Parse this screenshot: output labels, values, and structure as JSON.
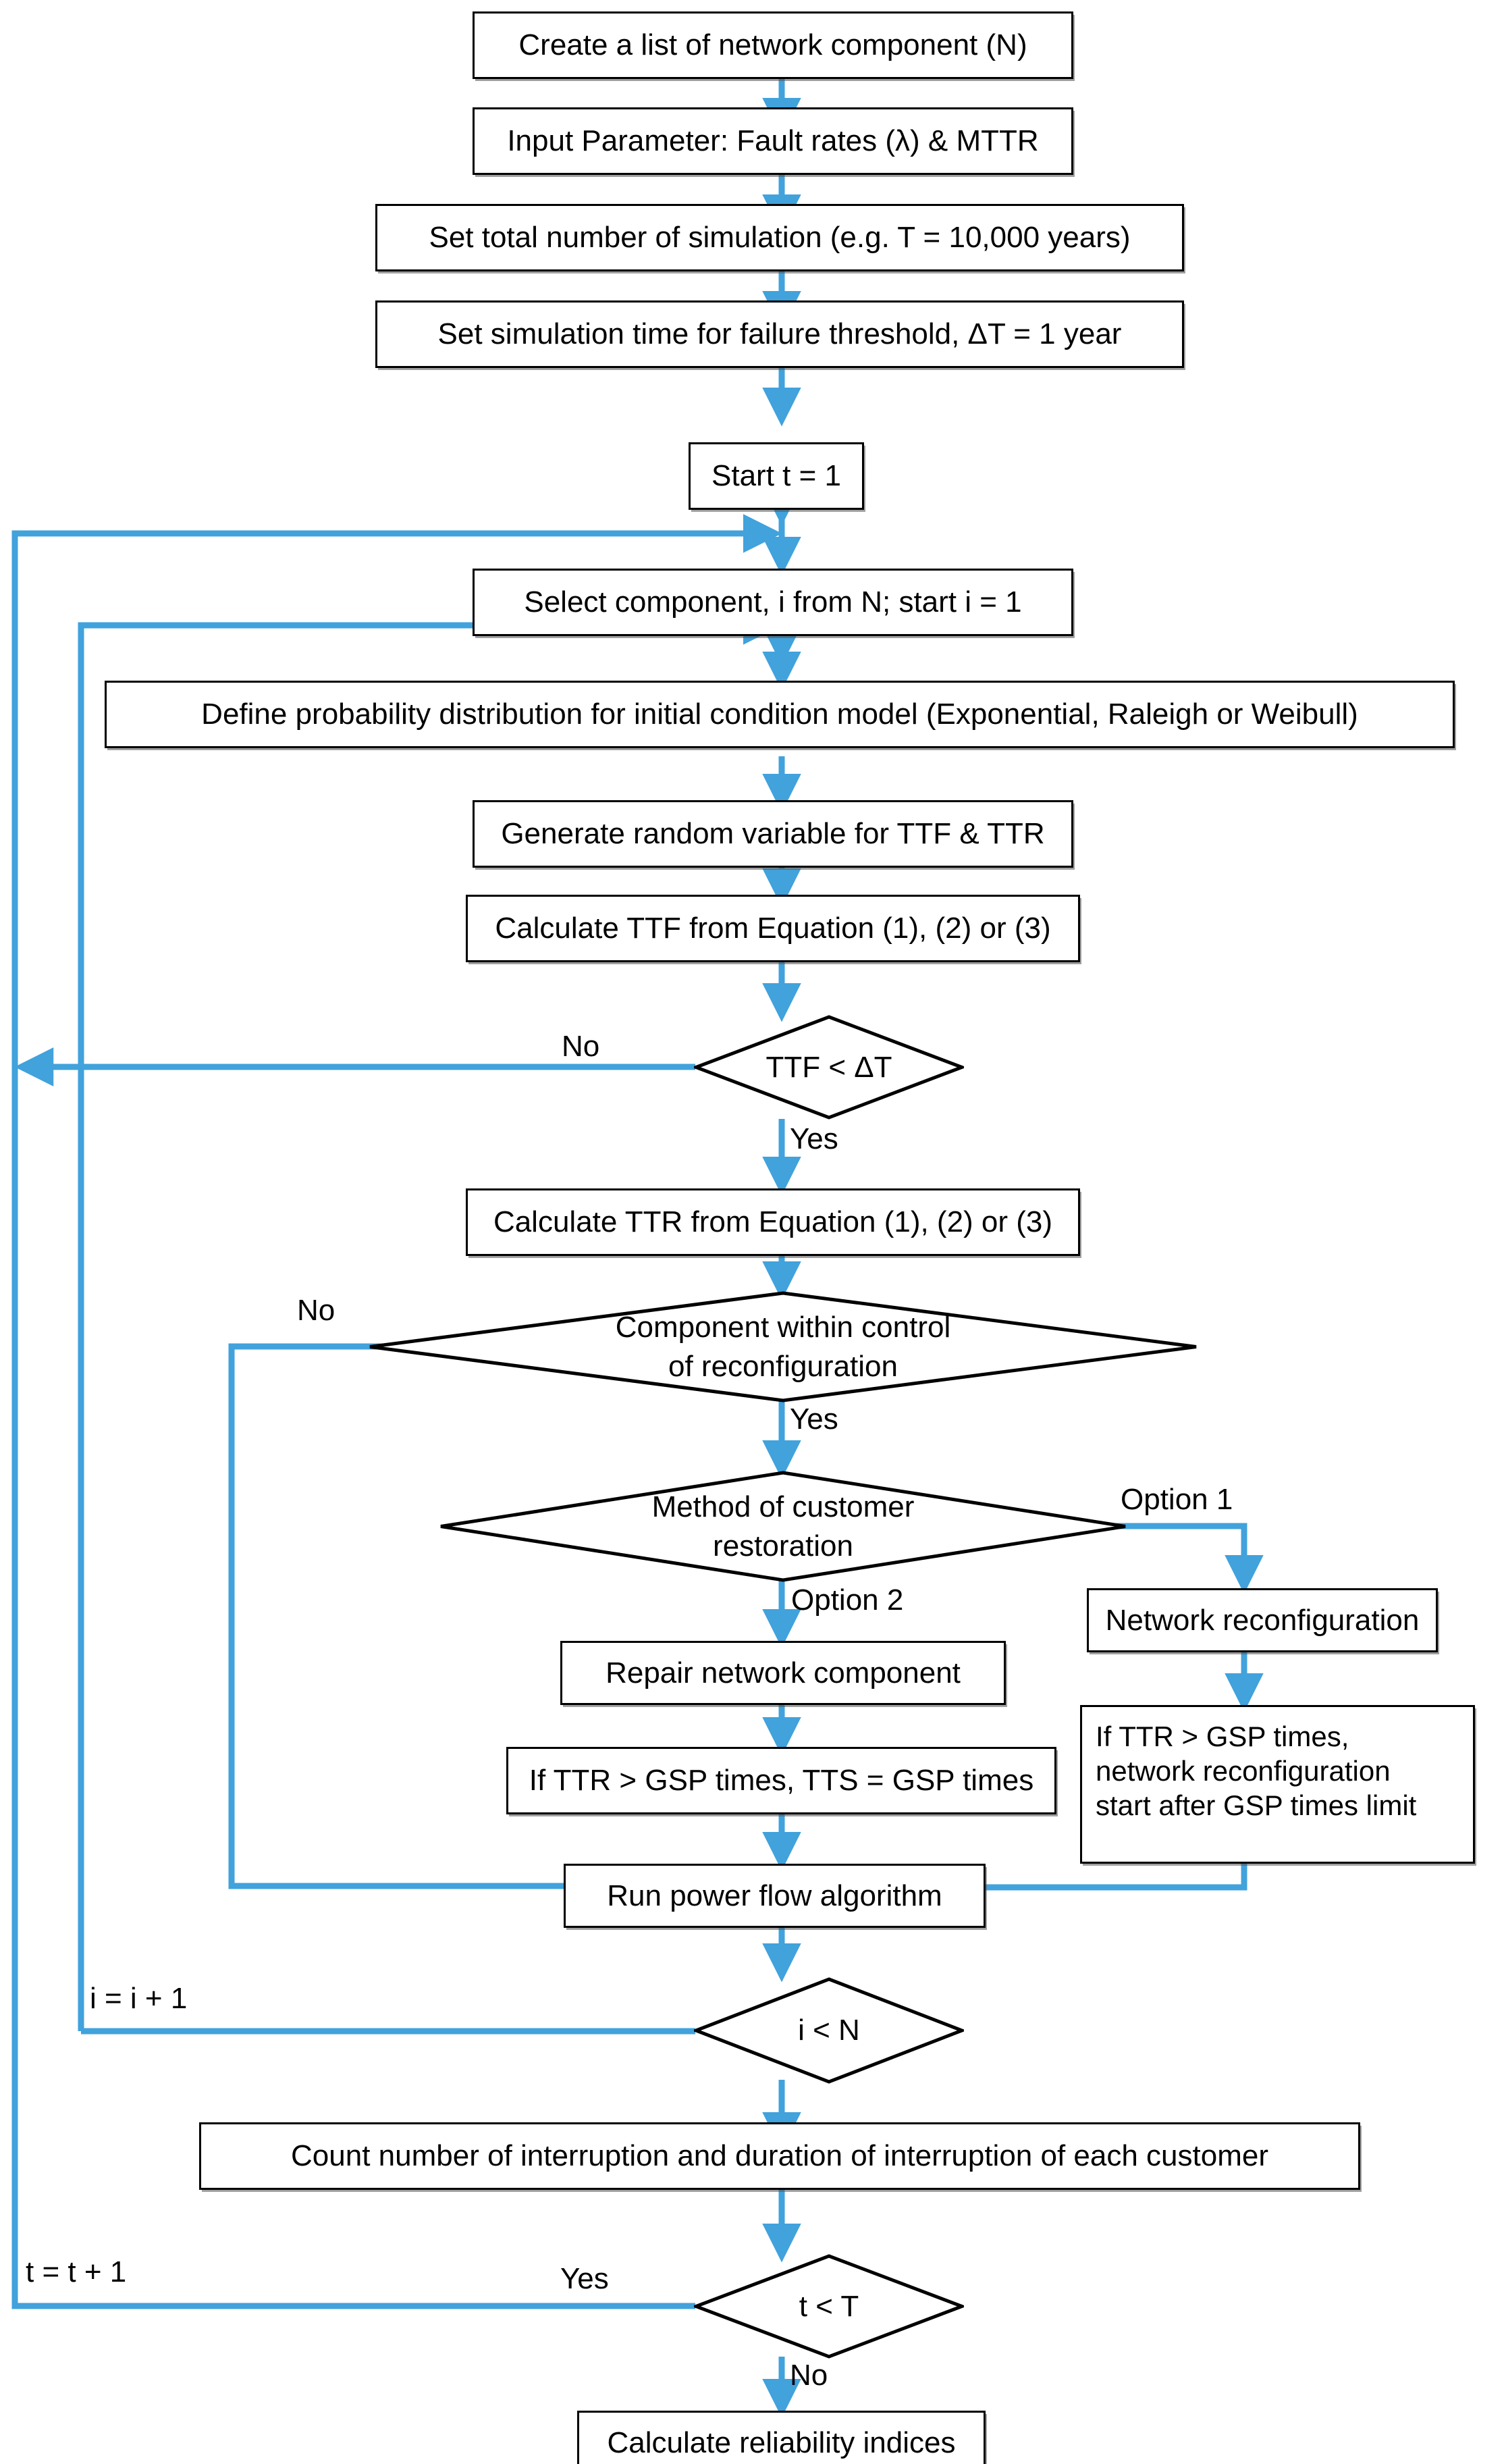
{
  "diagram": {
    "title": "Monte Carlo simulation flowchart for distribution network reliability assessment",
    "accent_color": "#41A2DC",
    "node_border_color": "#000000",
    "background_color": "#FFFFFF",
    "type": "flowchart"
  },
  "nodes": {
    "create_list": "Create a list of network component (N)",
    "input_parameter": "Input Parameter: Fault rates (λ) & MTTR",
    "set_total": "Set total number of simulation (e.g. T = 10,000 years)",
    "set_sim_time": "Set simulation time for failure threshold, ΔT = 1 year",
    "start_t": "Start t = 1",
    "select_component": "Select component, i from N; start i = 1",
    "define_prob": "Define probability distribution for initial condition model (Exponential, Raleigh or Weibull)",
    "generate_rv": "Generate random variable for TTF & TTR",
    "calc_ttf": "Calculate TTF from Equation (1), (2) or (3)",
    "dec_ttf": "TTF < ΔT",
    "calc_ttr": "Calculate TTR from Equation (1), (2) or (3)",
    "dec_reconfig_line1": "Component within control",
    "dec_reconfig_line2": "of reconfiguration",
    "dec_method_line1": "Method of customer",
    "dec_method_line2": "restoration",
    "network_reconfig": "Network reconfiguration",
    "repair_component": "Repair network component",
    "gsp_left": "If TTR > GSP times, TTS = GSP times",
    "gsp_right_line1": "If TTR > GSP times,",
    "gsp_right_line2": "network reconfiguration",
    "gsp_right_line3": "start after GSP times limit",
    "run_power_flow": "Run power flow algorithm",
    "dec_i_lt_n": "i < N",
    "count_interrupt": "Count number of interruption and duration of interruption of each customer",
    "dec_t_lt_t": "t < T",
    "calc_indices": "Calculate reliability indices"
  },
  "edge_labels": {
    "ttf_no": "No",
    "ttf_yes": "Yes",
    "reconfig_no": "No",
    "reconfig_yes": "Yes",
    "method_option1": "Option 1",
    "method_option2": "Option 2",
    "i_increment": "i = i + 1",
    "t_increment": "t = t + 1",
    "t_yes": "Yes",
    "t_no": "No"
  }
}
